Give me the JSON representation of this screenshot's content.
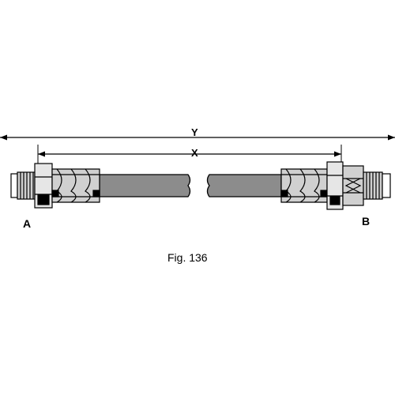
{
  "dimensions": {
    "overall_label": "Y",
    "inner_label": "X"
  },
  "ends": {
    "left_label": "A",
    "right_label": "B"
  },
  "caption": "Fig. 136",
  "colors": {
    "ink": "#000000",
    "hose": "#8c8c8c",
    "fitting": "#d0d0d0",
    "background": "#ffffff"
  }
}
